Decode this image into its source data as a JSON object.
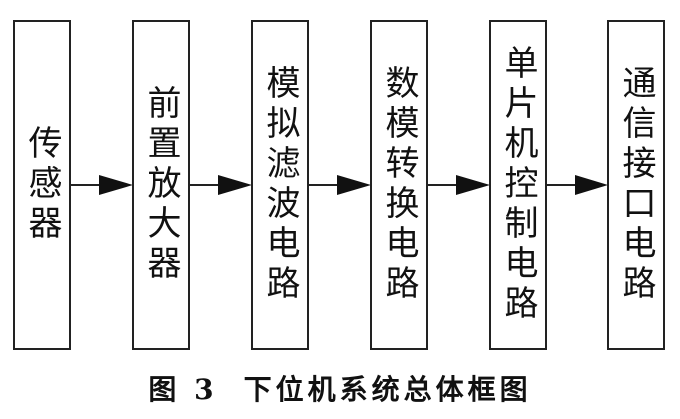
{
  "diagram": {
    "type": "block-flow",
    "direction": "left-to-right",
    "blocks": [
      {
        "id": "sensor",
        "label": "传感器"
      },
      {
        "id": "preamp",
        "label": "前置放大器"
      },
      {
        "id": "analog-filter",
        "label": "模拟滤波电路"
      },
      {
        "id": "adc",
        "label": "数模转换电路"
      },
      {
        "id": "mcu-control",
        "label": "单片机控制电路"
      },
      {
        "id": "comm-interface",
        "label": "通信接口电路"
      }
    ],
    "edges": [
      {
        "from": "sensor",
        "to": "preamp"
      },
      {
        "from": "preamp",
        "to": "analog-filter"
      },
      {
        "from": "analog-filter",
        "to": "adc"
      },
      {
        "from": "adc",
        "to": "mcu-control"
      },
      {
        "from": "mcu-control",
        "to": "comm-interface"
      }
    ]
  },
  "caption": {
    "figure_number": "图 3",
    "title": "下位机系统总体框图"
  },
  "colors": {
    "stroke": "#222222",
    "background": "#ffffff"
  }
}
